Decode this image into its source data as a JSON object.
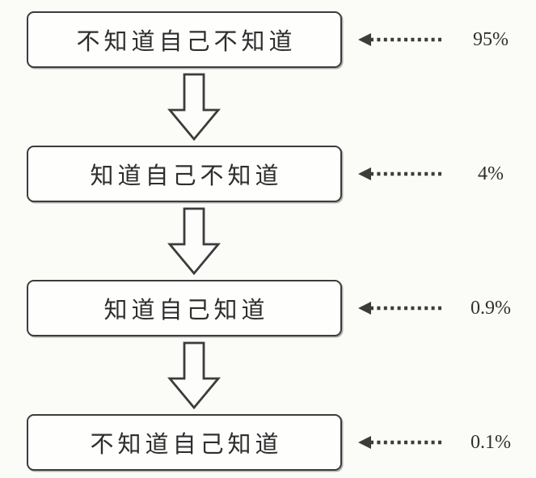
{
  "diagram": {
    "name": "knowledge-awareness-flowchart",
    "rows": [
      {
        "label": "不知道自己不知道",
        "percent": "95%"
      },
      {
        "label": "知道自己不知道",
        "percent": "4%"
      },
      {
        "label": "知道自己知道",
        "percent": "0.9%"
      },
      {
        "label": "不知道自己知道",
        "percent": "0.1%"
      }
    ],
    "colors": {
      "ink": "#3c3c3c",
      "box_fill": "#fefefd",
      "background": "#fbfbf8"
    }
  }
}
